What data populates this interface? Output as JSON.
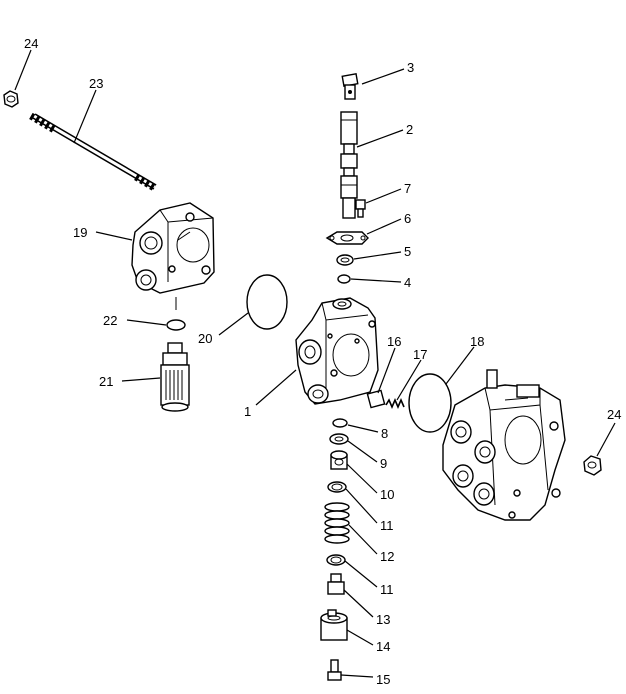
{
  "diagram": {
    "callouts": [
      {
        "id": "c24a",
        "label": "24"
      },
      {
        "id": "c23",
        "label": "23"
      },
      {
        "id": "c19",
        "label": "19"
      },
      {
        "id": "c22",
        "label": "22"
      },
      {
        "id": "c21",
        "label": "21"
      },
      {
        "id": "c20",
        "label": "20"
      },
      {
        "id": "c3",
        "label": "3"
      },
      {
        "id": "c2",
        "label": "2"
      },
      {
        "id": "c7",
        "label": "7"
      },
      {
        "id": "c6",
        "label": "6"
      },
      {
        "id": "c5",
        "label": "5"
      },
      {
        "id": "c4",
        "label": "4"
      },
      {
        "id": "c1",
        "label": "1"
      },
      {
        "id": "c16",
        "label": "16"
      },
      {
        "id": "c17",
        "label": "17"
      },
      {
        "id": "c18",
        "label": "18"
      },
      {
        "id": "c24b",
        "label": "24"
      },
      {
        "id": "c8",
        "label": "8"
      },
      {
        "id": "c9",
        "label": "9"
      },
      {
        "id": "c10",
        "label": "10"
      },
      {
        "id": "c11a",
        "label": "11"
      },
      {
        "id": "c12",
        "label": "12"
      },
      {
        "id": "c11b",
        "label": "11"
      },
      {
        "id": "c13",
        "label": "13"
      },
      {
        "id": "c14",
        "label": "14"
      },
      {
        "id": "c15",
        "label": "15"
      }
    ]
  }
}
